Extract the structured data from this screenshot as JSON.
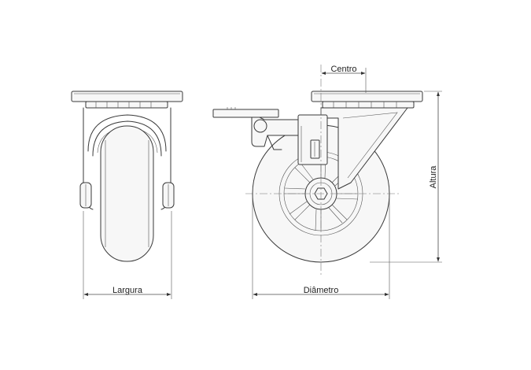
{
  "labels": {
    "width": "Largura",
    "diameter": "Diâmetro",
    "center": "Centro",
    "height": "Altura"
  }
}
